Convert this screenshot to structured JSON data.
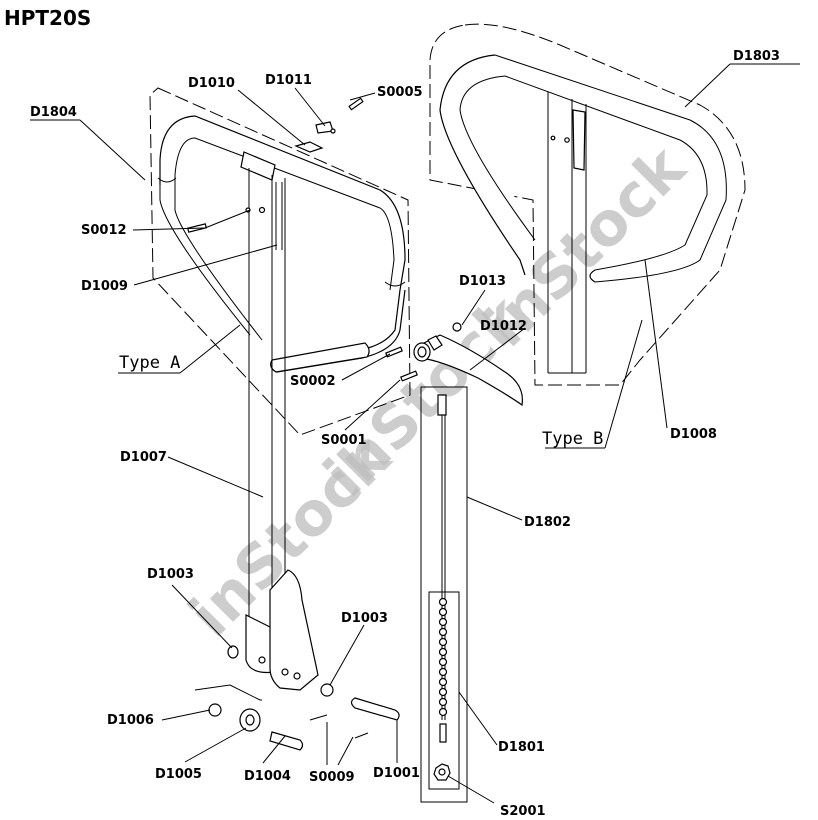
{
  "title": "HPT20S",
  "watermark": "inStock",
  "type_labels": {
    "a": "Type A",
    "b": "Type B"
  },
  "labels": {
    "d1804": "D1804",
    "d1010": "D1010",
    "d1011": "D1011",
    "s0005": "S0005",
    "s0012": "S0012",
    "d1009": "D1009",
    "d1803": "D1803",
    "d1013": "D1013",
    "d1012": "D1012",
    "s0002": "S0002",
    "s0001": "S0001",
    "d1008": "D1008",
    "d1007": "D1007",
    "d1802": "D1802",
    "d1003_left": "D1003",
    "d1003_right": "D1003",
    "d1006": "D1006",
    "d1005": "D1005",
    "d1004": "D1004",
    "s0009": "S0009",
    "d1001": "D1001",
    "d1801": "D1801",
    "s2001": "S2001"
  }
}
